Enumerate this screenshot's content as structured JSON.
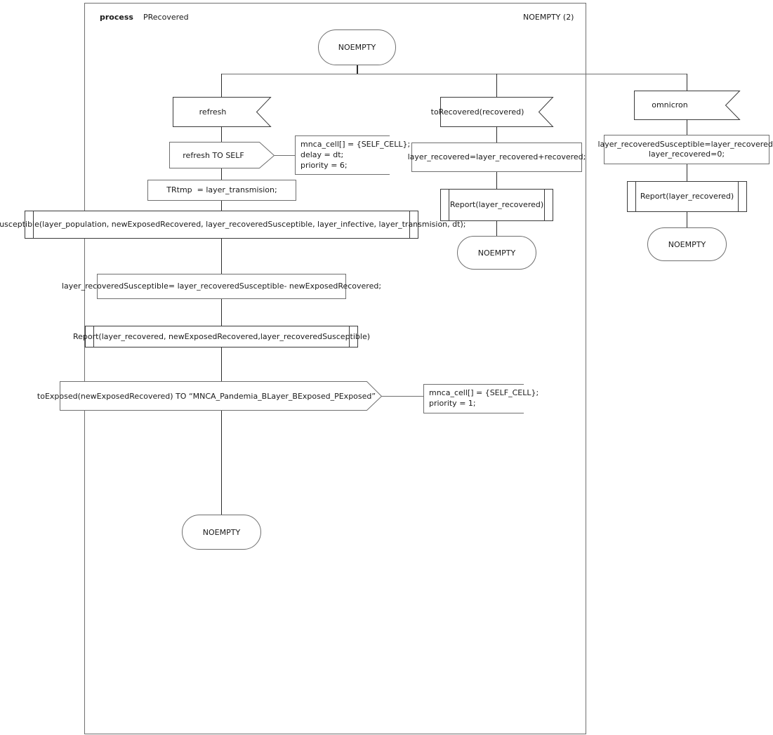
{
  "diagram": {
    "kind": "sdl-process",
    "header": {
      "keyword": "process",
      "name": "PRecovered",
      "page_label": "NOEMPTY (2)"
    },
    "colors": {
      "line": "#6f6f6f",
      "connector": "#2b2b2b",
      "text": "#1a1a1a",
      "background": "#ffffff"
    },
    "start_state": {
      "label": "NOEMPTY"
    },
    "branches": {
      "refresh": {
        "input": {
          "label": "refresh"
        },
        "output": {
          "label": "refresh TO SELF"
        },
        "output_comment": {
          "text": "mnca_cell[] = {SELF_CELL};\ndelay = dt;\npriority = 6;"
        },
        "task_trtmp": {
          "text": "TRtmp  = layer_transmision;"
        },
        "procedure_numsusceptible": {
          "text": "numSusceptible(layer_population, newExposedRecovered, layer_recoveredSusceptible, layer_infective, layer_transmision, dt);"
        },
        "task_update": {
          "text": "layer_recoveredSusceptible= layer_recoveredSusceptible- newExposedRecovered;"
        },
        "procedure_report": {
          "text": "Report(layer_recovered, newExposedRecovered,layer_recoveredSusceptible)"
        },
        "output_toexposed": {
          "label": "toExposed(newExposedRecovered) TO “MNCA_Pandemia_BLayer_BExposed_PExposed”"
        },
        "toexposed_comment": {
          "text": "mnca_cell[] = {SELF_CELL};\npriority = 1;"
        },
        "end_state": {
          "label": "NOEMPTY"
        }
      },
      "toRecovered": {
        "input": {
          "label": "toRecovered(recovered)"
        },
        "task": {
          "text": "layer_recovered=layer_recovered+recovered;"
        },
        "procedure_report": {
          "text": "Report(layer_recovered)"
        },
        "end_state": {
          "label": "NOEMPTY"
        }
      },
      "omnicron": {
        "input": {
          "label": "omnicron"
        },
        "task": {
          "text": "layer_recoveredSusceptible=layer_recovered;\nlayer_recovered=0;"
        },
        "procedure_report": {
          "text": "Report(layer_recovered)"
        },
        "end_state": {
          "label": "NOEMPTY"
        }
      }
    }
  }
}
